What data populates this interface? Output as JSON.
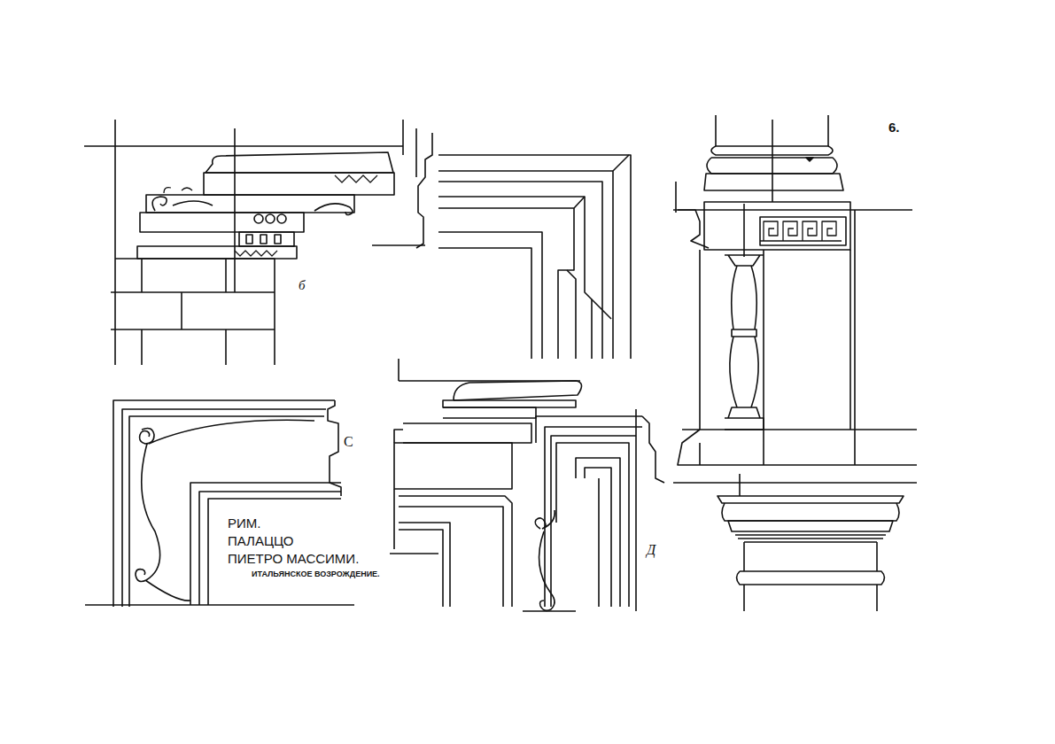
{
  "diagram": {
    "labels": [
      "6.",
      "б",
      "С",
      "Д",
      "РИМ.",
      "ПАЛАЦЦО",
      "ПИЕТРО МАССИМИ.",
      "ИТАЛЬЯНСКОЕ ВОЗРОЖДЕНИЕ."
    ]
  }
}
